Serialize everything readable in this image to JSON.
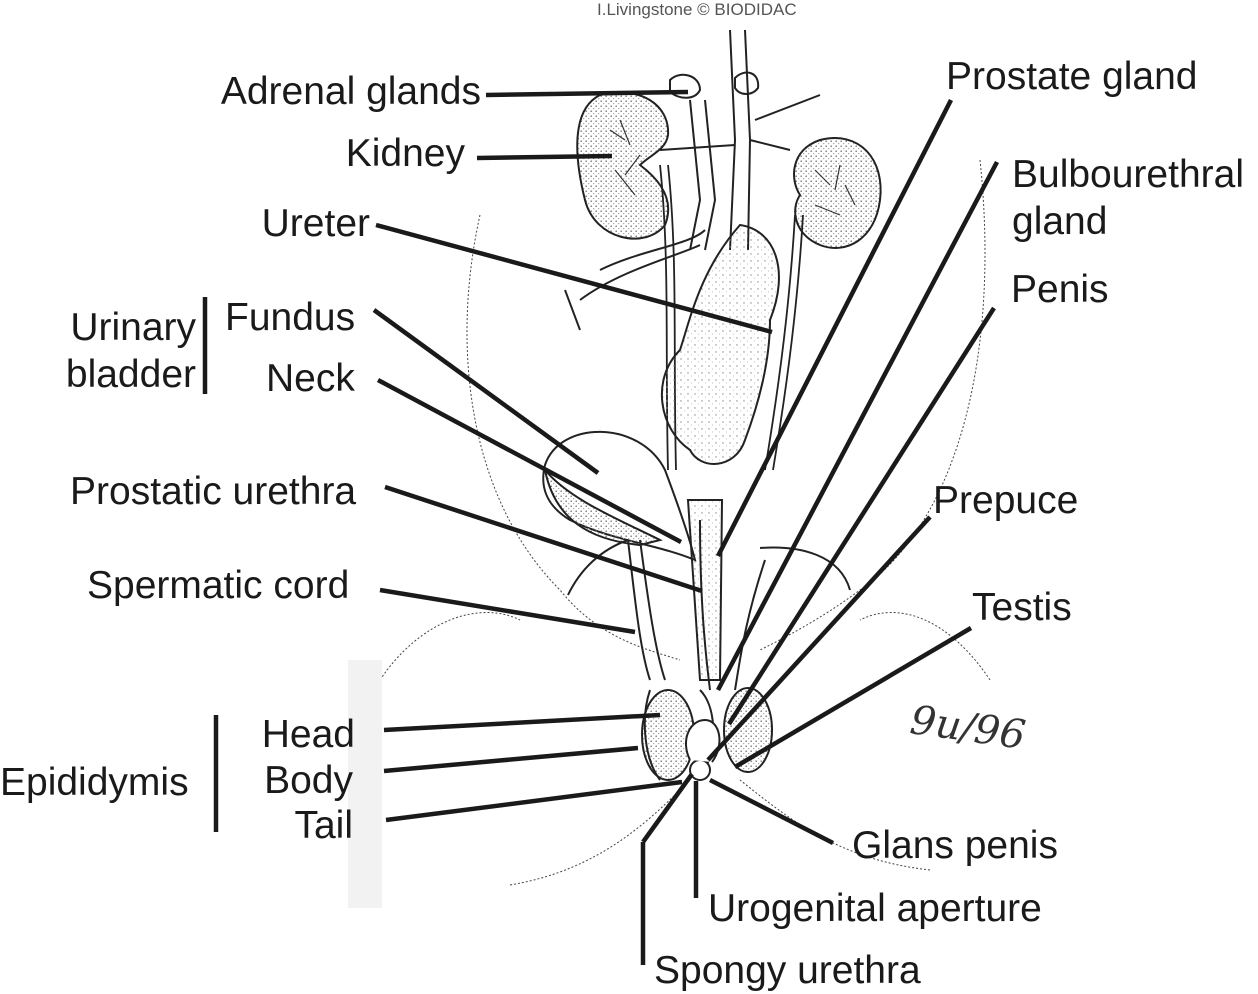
{
  "credit": "I.Livingstone © BIODIDAC",
  "signature": "9u/96",
  "labels": {
    "adrenal_glands": "Adrenal glands",
    "kidney": "Kidney",
    "ureter": "Ureter",
    "urinary_bladder": "Urinary bladder",
    "fundus": "Fundus",
    "neck": "Neck",
    "prostatic_urethra": "Prostatic urethra",
    "spermatic_cord": "Spermatic cord",
    "epididymis": "Epididymis",
    "head": "Head",
    "body": "Body",
    "tail": "Tail",
    "prostate_gland": "Prostate gland",
    "bulbourethral_gland": "Bulbourethral gland",
    "penis": "Penis",
    "prepuce": "Prepuce",
    "testis": "Testis",
    "glans_penis": "Glans penis",
    "urogenital_aperture": "Urogenital aperture",
    "spongy_urethra": "Spongy urethra"
  },
  "colors": {
    "ink": "#1a1a1a",
    "stipple": "#9a9a9a"
  }
}
